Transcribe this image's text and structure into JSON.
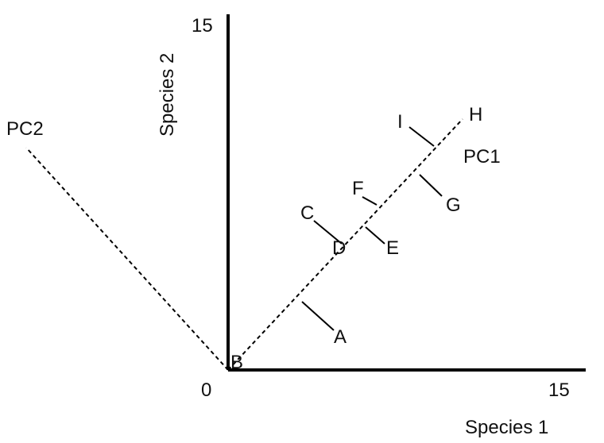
{
  "axes": {
    "x_label": "Species 1",
    "y_label": "Species 2",
    "origin_label": "0",
    "x_max_label": "15",
    "y_max_label": "15"
  },
  "components": {
    "pc1_label": "PC1",
    "pc2_label": "PC2"
  },
  "points": [
    {
      "label": "A",
      "species1": 4.7,
      "species2": 1.5
    },
    {
      "label": "B",
      "species1": 0.4,
      "species2": 0.4
    },
    {
      "label": "C",
      "species1": 3.4,
      "species2": 6.6
    },
    {
      "label": "D",
      "species1": 4.7,
      "species2": 5.1
    },
    {
      "label": "E",
      "species1": 6.9,
      "species2": 5.1
    },
    {
      "label": "F",
      "species1": 5.6,
      "species2": 7.6
    },
    {
      "label": "G",
      "species1": 9.4,
      "species2": 6.9
    },
    {
      "label": "H",
      "species1": 10.1,
      "species2": 10.8
    },
    {
      "label": "I",
      "species1": 7.4,
      "species2": 10.4
    }
  ]
}
